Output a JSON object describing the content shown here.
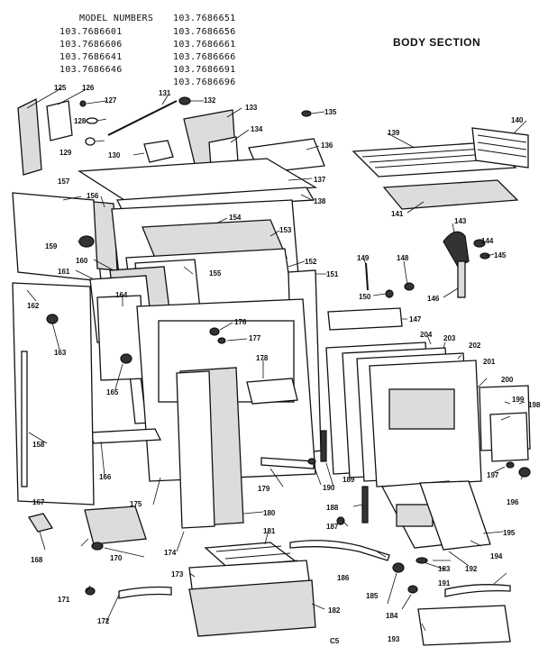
{
  "header": {
    "model_numbers_label": "MODEL NUMBERS",
    "model_numbers": [
      "103.7686651",
      "103.7686601",
      "103.7686656",
      "103.7686606",
      "103.7686661",
      "103.7686641",
      "103.7686666",
      "103.7686646",
      "103.7686691",
      "103.7686696"
    ],
    "section_title": "BODY SECTION"
  },
  "footer": {
    "page_code": "C5"
  },
  "part_labels": [
    "125",
    "126",
    "127",
    "128",
    "129",
    "130",
    "131",
    "132",
    "133",
    "134",
    "135",
    "136",
    "137",
    "138",
    "139",
    "140",
    "141",
    "143",
    "144",
    "145",
    "146",
    "147",
    "148",
    "149",
    "150",
    "151",
    "152",
    "153",
    "154",
    "155",
    "156",
    "157",
    "158",
    "159",
    "160",
    "161",
    "162",
    "163",
    "164",
    "165",
    "166",
    "167",
    "168",
    "170",
    "171",
    "172",
    "173",
    "174",
    "175",
    "176",
    "177",
    "178",
    "179",
    "180",
    "181",
    "182",
    "183",
    "184",
    "185",
    "186",
    "187",
    "188",
    "189",
    "190",
    "191",
    "192",
    "193",
    "194",
    "195",
    "196",
    "197",
    "198",
    "199",
    "200",
    "201",
    "202",
    "203",
    "204"
  ],
  "colors": {
    "line": "#111111",
    "background": "#ffffff",
    "shade": "#dcdcdc"
  }
}
